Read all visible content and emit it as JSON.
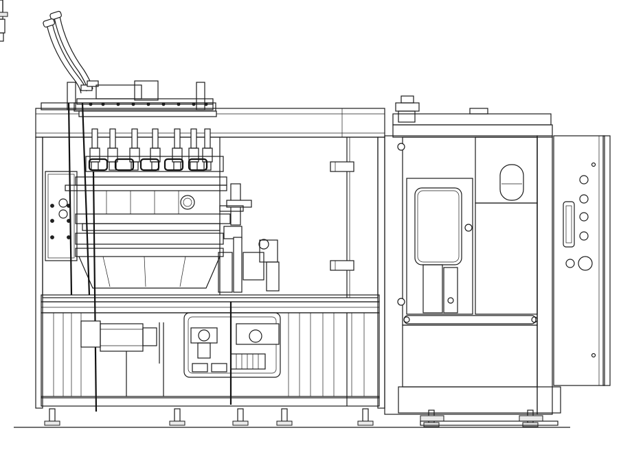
{
  "drawing": {
    "kind": "technical line drawing (front elevation)",
    "line_color": "#1a1a1a",
    "background": "#ffffff",
    "components": [
      "main-frame-left",
      "side-cabinet-right",
      "inlet-hoses",
      "upper-manifold",
      "fill-valves",
      "rotary-table",
      "lower-base-frame",
      "pneumatic-panel",
      "gearbox-motor",
      "control-panel",
      "leveling-feet"
    ]
  }
}
